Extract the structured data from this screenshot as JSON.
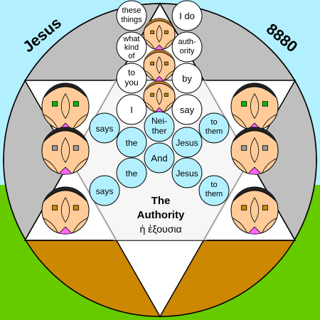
{
  "corner_left": "Jesus",
  "corner_right": "8880",
  "center": {
    "title": "The Authority",
    "greek": "ἡ ἐξουσια"
  },
  "left_column_words": [
    "these things",
    "what kind of",
    "to you",
    "I"
  ],
  "right_column_words": [
    "I do",
    "auth-ority",
    "by",
    "say"
  ],
  "middle_words": {
    "neither": "Nei-ther",
    "and": "And",
    "left_says_top": "says",
    "left_the_top": "the",
    "left_the_bottom": "the",
    "left_says_bottom": "says",
    "right_jesus_top": "Jesus",
    "right_to_them_top": "to them",
    "right_jesus_bottom": "Jesus",
    "right_to_them_bottom": "to them"
  },
  "colors": {
    "sky": "#b3f0ff",
    "grass": "#66cc00",
    "earth": "#cc8800",
    "ring": "#bfbfbf",
    "bubble": "#b3f0ff",
    "face": "#ffcc99",
    "hair_brown": "#b97a2b",
    "hair_black": "#222222",
    "eyes_green": "#00bb00",
    "eyes_gray": "#999999",
    "eyes_brown": "#cc8800",
    "mouth": "#ff66ff"
  },
  "faces_left": [
    {
      "hair": "black",
      "eyes": "green"
    },
    {
      "hair": "black",
      "eyes": "gray"
    },
    {
      "hair": "black",
      "eyes": "brown"
    }
  ],
  "faces_right": [
    {
      "hair": "black",
      "eyes": "green"
    },
    {
      "hair": "black",
      "eyes": "gray"
    },
    {
      "hair": "black",
      "eyes": "brown"
    }
  ],
  "faces_center_column": [
    {
      "hair": "brown",
      "eyes": "brown"
    },
    {
      "hair": "brown",
      "eyes": "brown"
    },
    {
      "hair": "brown",
      "eyes": "brown"
    }
  ]
}
